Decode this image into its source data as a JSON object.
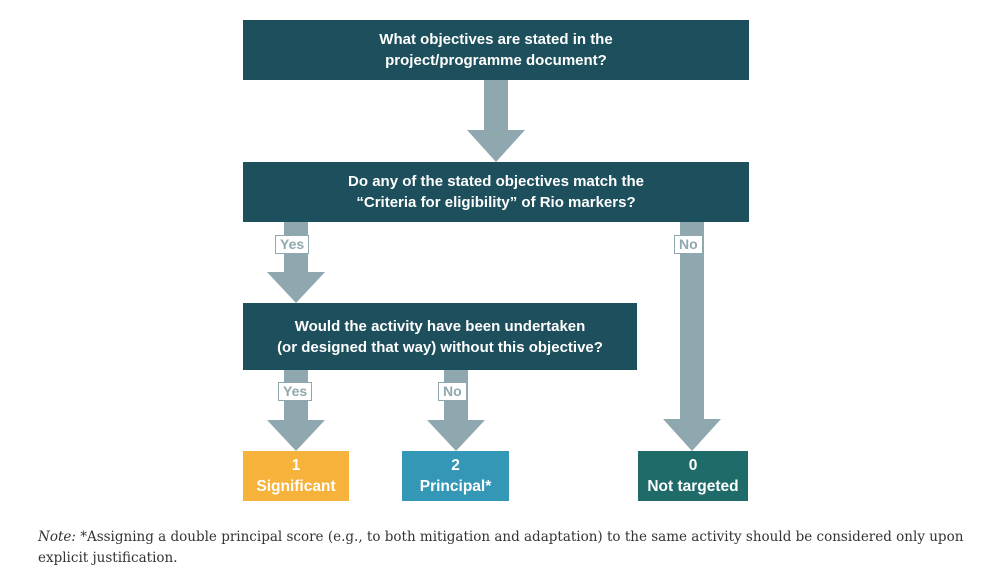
{
  "colors": {
    "question_box": "#1d4f5c",
    "arrow": "#8fa7ae",
    "significant": "#f6b23a",
    "principal": "#3597b6",
    "not_targeted": "#1e6b6a"
  },
  "questions": {
    "q1": {
      "line1": "What objectives are stated in the",
      "line2": "project/programme document?"
    },
    "q2": {
      "line1": "Do any of the stated objectives match the",
      "line2": "“Criteria for eligibility” of Rio markers?"
    },
    "q3": {
      "line1": "Would the activity have been undertaken",
      "line2": "(or designed that way) without this objective?"
    }
  },
  "branches": {
    "q2_yes": "Yes",
    "q2_no": "No",
    "q3_yes": "Yes",
    "q3_no": "No"
  },
  "outcomes": {
    "significant": {
      "score": "1",
      "label": "Significant"
    },
    "principal": {
      "score": "2",
      "label": "Principal*"
    },
    "not_targeted": {
      "score": "0",
      "label": "Not targeted"
    }
  },
  "note": {
    "label": "Note:",
    "text": "*Assigning a double principal score (e.g., to both mitigation and adaptation) to the same activity should be considered only upon explicit justification."
  }
}
